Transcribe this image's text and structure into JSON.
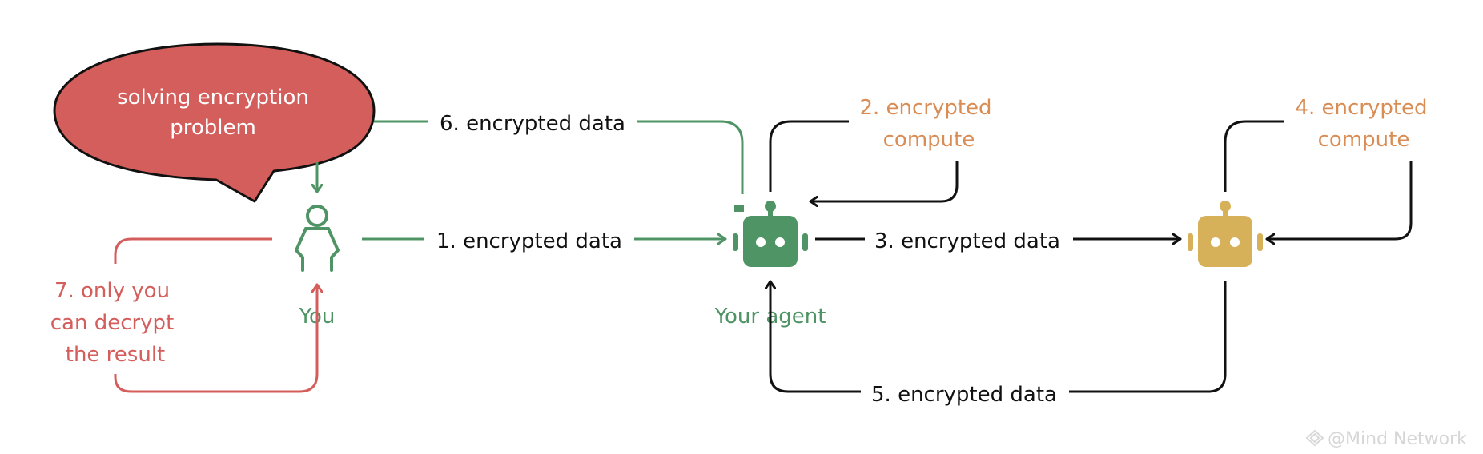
{
  "bubble": {
    "line1": "solving encryption",
    "line2": "problem"
  },
  "nodes": {
    "you": "You",
    "agent": "Your agent"
  },
  "steps": {
    "s1": "1. encrypted data",
    "s2_line1": "2. encrypted",
    "s2_line2": "compute",
    "s3": "3. encrypted data",
    "s4_line1": "4. encrypted",
    "s4_line2": "compute",
    "s5": "5. encrypted data",
    "s6": "6. encrypted data",
    "s7_line1": "7. only you",
    "s7_line2": "can decrypt",
    "s7_line3": "the result"
  },
  "watermark": "@Mind Network",
  "colors": {
    "green": "#4f9465",
    "black": "#111111",
    "red": "#d45e5b",
    "orange": "#d98d55",
    "gold": "#d6b15a",
    "bubble_fill": "#d45e5b"
  },
  "icons": [
    "person-icon",
    "green-robot-icon",
    "gold-robot-icon",
    "speech-bubble"
  ]
}
